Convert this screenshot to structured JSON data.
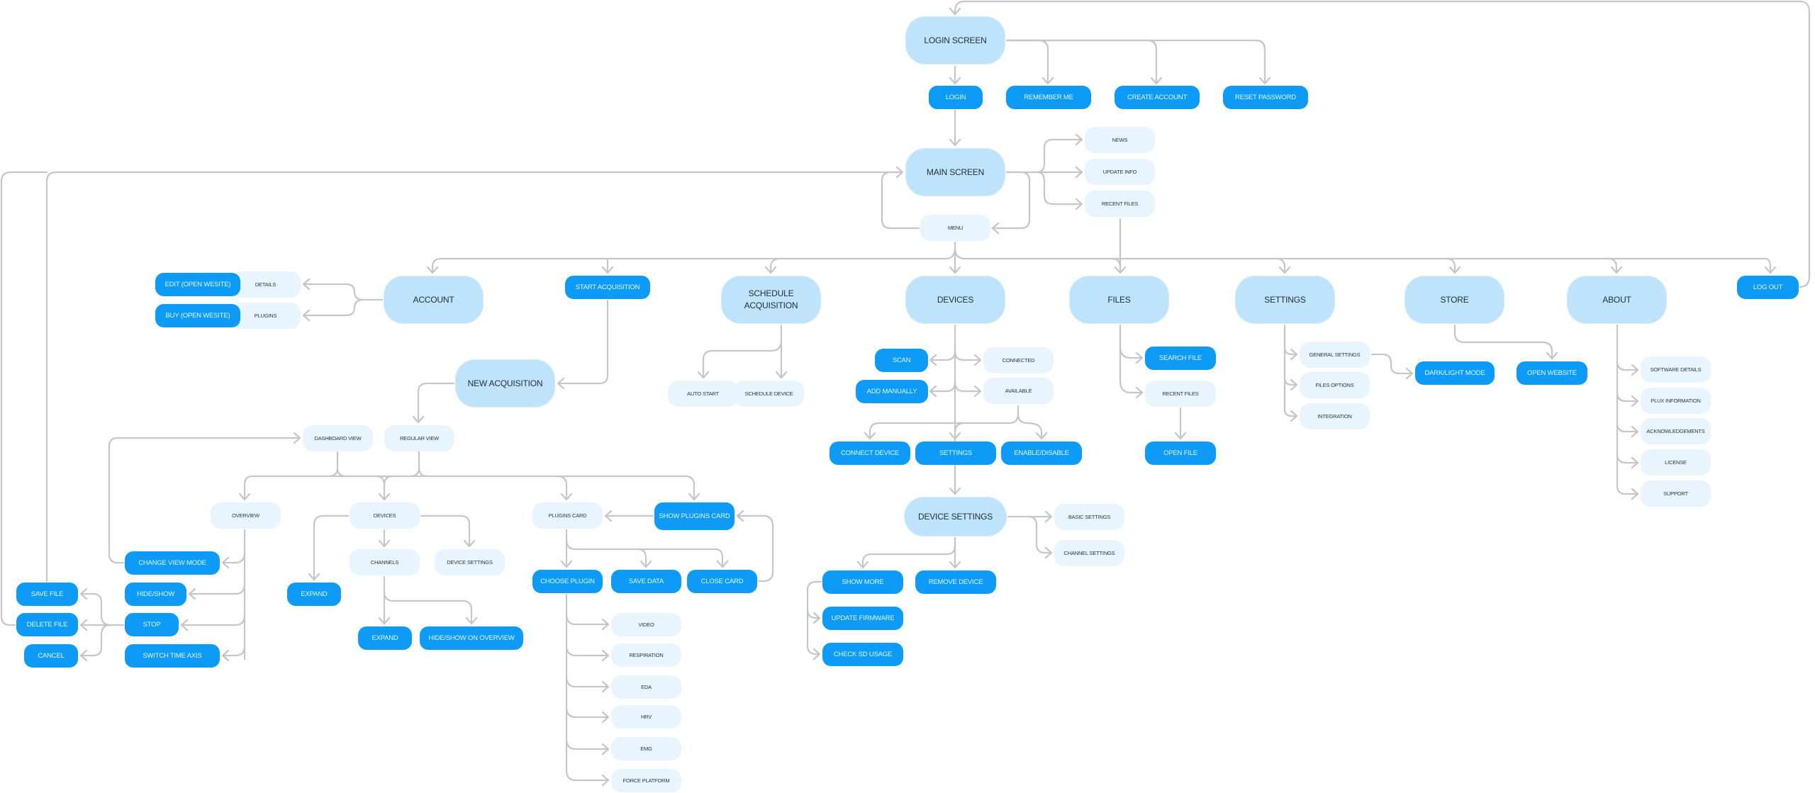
{
  "diagram": {
    "title": "App navigation flow",
    "colors": {
      "screen_fill": "#bfe3fb",
      "action_fill": "#0e9bf7",
      "action_text": "#dcf9ff",
      "info_fill": "#e8f5fe",
      "connector": "#c4c6c9"
    },
    "nodes": {
      "login_screen": "LOGIN SCREEN",
      "login": "LOGIN",
      "remember_me": "REMEMBER ME",
      "create_account": "CREATE ACCOUNT",
      "reset_password": "RESET PASSWORD",
      "main_screen": "MAIN SCREEN",
      "news": "NEWS",
      "update_info": "UPDATE INFO",
      "recent_files_main": "RECENT FILES",
      "menu": "MENU",
      "account": "ACCOUNT",
      "details": "DETAILS",
      "plugins": "PLUGINS",
      "edit_open_website": "EDIT (OPEN WESITE)",
      "buy_open_website": "BUY (OPEN WESITE)",
      "start_acquisition": "START ACQUISITION",
      "new_acquisition": "NEW ACQUISITION",
      "dashboard_view": "DASHBOARD VIEW",
      "regular_view": "REGULAR VIEW",
      "overview": "OVERVIEW",
      "change_view_mode": "CHANGE VIEW MODE",
      "hide_show": "HIDE/SHOW",
      "stop": "STOP",
      "switch_time_axis": "SWITCH TIME AXIS",
      "save_file": "SAVE FILE",
      "delete_file": "DELETE FILE",
      "cancel": "CANCEL",
      "acq_devices": "DEVICES",
      "acq_expand": "EXPAND",
      "channels": "CHANNELS",
      "acq_device_settings": "DEVICE SETTINGS",
      "channels_expand": "EXPAND",
      "hide_show_on_overview": "HIDE/SHOW ON OVERVIEW",
      "plugins_card": "PLUGINS CARD",
      "show_plugins_card": "SHOW PLUGINS CARD",
      "choose_plugin": "CHOOSE PLUGIN",
      "save_data": "SAVE DATA",
      "close_card": "CLOSE CARD",
      "video": "VIDEO",
      "respiration": "RESPIRATION",
      "eda": "EDA",
      "hrv": "HRV",
      "emg": "EMG",
      "force_platform": "FORCE PLATFORM",
      "schedule_acquisition": "SCHEDULE ACQUISITION",
      "auto_start": "AUTO START",
      "schedule_device": "SCHEDULE DEVICE",
      "devices": "DEVICES",
      "scan": "SCAN",
      "add_manually": "ADD MANUALLY",
      "connected": "CONNECTED",
      "available": "AVAILABLE",
      "connect_device": "CONNECT DEVICE",
      "dev_settings": "SETTINGS",
      "enable_disable": "ENABLE/DISABLE",
      "device_settings": "DEVICE SETTINGS",
      "basic_settings": "BASIC SETTINGS",
      "channel_settings": "CHANNEL SETTINGS",
      "show_more": "SHOW MORE",
      "remove_device": "REMOVE DEVICE",
      "update_firmware": "UPDATE FIRMWARE",
      "check_sd_usage": "CHECK SD USAGE",
      "files": "FILES",
      "search_file": "SEARCH FILE",
      "recent_files": "RECENT FILES",
      "open_file": "OPEN FILE",
      "settings": "SETTINGS",
      "general_settings": "GENERAL SETTINGS",
      "files_options": "FILES OPTIONS",
      "integration": "INTEGRATION",
      "dark_light_mode": "DARK/LIGHT MODE",
      "store": "STORE",
      "open_website": "OPEN WEBSITE",
      "about": "ABOUT",
      "software_details": "SOFTWARE DETAILS",
      "plux_information": "PLUX INFORMATION",
      "acknowledgements": "ACKNOWLEDGEMENTS",
      "license": "LICENSE",
      "support": "SUPPORT",
      "log_out": "LOG OUT"
    }
  }
}
